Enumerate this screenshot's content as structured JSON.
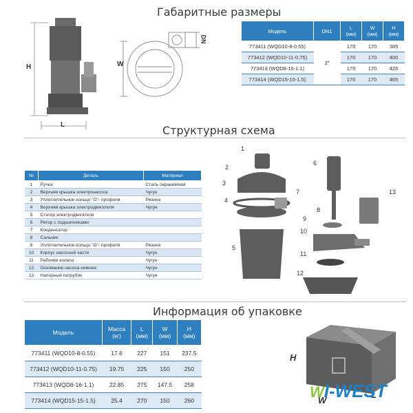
{
  "sections": {
    "dimensions_title": "Габаритные размеры",
    "schema_title": "Структурная схема",
    "packaging_title": "Информация об упаковке"
  },
  "drawing_labels": {
    "H": "H",
    "L": "L",
    "W": "W",
    "DN": "DN"
  },
  "dimensions_table": {
    "headers": [
      "Модель",
      "DN1",
      "L\n(мм)",
      "W\n(мм)",
      "H\n(мм)"
    ],
    "dn1": "2\"",
    "rows": [
      {
        "model": "773411 (WQD10-8-0.55)",
        "L": "170",
        "W": "170",
        "H": "385"
      },
      {
        "model": "773412 (WQD10-11-0.75)",
        "L": "170",
        "W": "170",
        "H": "400"
      },
      {
        "model": "773413 (WQD8-16-1.1)",
        "L": "170",
        "W": "170",
        "H": "425"
      },
      {
        "model": "773414 (WQD15-15-1.5)",
        "L": "170",
        "W": "170",
        "H": "465"
      }
    ]
  },
  "parts_table": {
    "headers": [
      "№",
      "Деталь",
      "Материал"
    ],
    "rows": [
      {
        "n": "1",
        "part": "Ручка",
        "material": "Сталь окрашенная"
      },
      {
        "n": "2",
        "part": "Верхняя крышка электронасоса",
        "material": "Чугун"
      },
      {
        "n": "3",
        "part": "Уплотнительное кольцо \"О\"- профиля",
        "material": "Резина"
      },
      {
        "n": "4",
        "part": "Верхняя крышка электродвигателя",
        "material": "Чугун"
      },
      {
        "n": "5",
        "part": "Статор электродвигателя",
        "material": ""
      },
      {
        "n": "6",
        "part": "Ротор с подшипниками",
        "material": ""
      },
      {
        "n": "7",
        "part": "Конденсатор",
        "material": ""
      },
      {
        "n": "8",
        "part": "Сальник",
        "material": ""
      },
      {
        "n": "9",
        "part": "Уплотнительное кольцо \"О\"- профиля",
        "material": "Резина"
      },
      {
        "n": "10",
        "part": "Корпус насосной части",
        "material": "Чугун"
      },
      {
        "n": "11",
        "part": "Рабочее колесо",
        "material": "Чугун"
      },
      {
        "n": "12",
        "part": "Основание насоса нижнее",
        "material": "Чугун"
      },
      {
        "n": "13",
        "part": "Напорный патрубок",
        "material": "Чугун"
      }
    ]
  },
  "diagram_numbers": [
    "1",
    "2",
    "3",
    "4",
    "5",
    "6",
    "7",
    "8",
    "9",
    "10",
    "11",
    "12",
    "13"
  ],
  "packaging_table": {
    "headers": [
      "Модель",
      "Масса\n(кг)",
      "L\n(мм)",
      "W\n(мм)",
      "H\n(мм)"
    ],
    "rows": [
      {
        "model": "773411 (WQD10-8-0.55)",
        "mass": "17.6",
        "L": "227",
        "W": "151",
        "H": "237.5"
      },
      {
        "model": "773412 (WQD10-11-0.75)",
        "mass": "19.75",
        "L": "225",
        "W": "150",
        "H": "250"
      },
      {
        "model": "773413 (WQD8-16-1.1)",
        "mass": "22.85",
        "L": "275",
        "W": "147.5",
        "H": "258"
      },
      {
        "model": "773414 (WQD15-15-1.5)",
        "mass": "25.4",
        "L": "270",
        "W": "150",
        "H": "260"
      }
    ]
  },
  "box_labels": {
    "H": "H",
    "W": "W",
    "L": "L"
  },
  "logo": {
    "text": "I-WEST",
    "prefix": "W"
  },
  "colors": {
    "header_blue": "#2e7fbf",
    "row_alt": "#dde9f4",
    "logo_blue": "#1b82c9"
  }
}
